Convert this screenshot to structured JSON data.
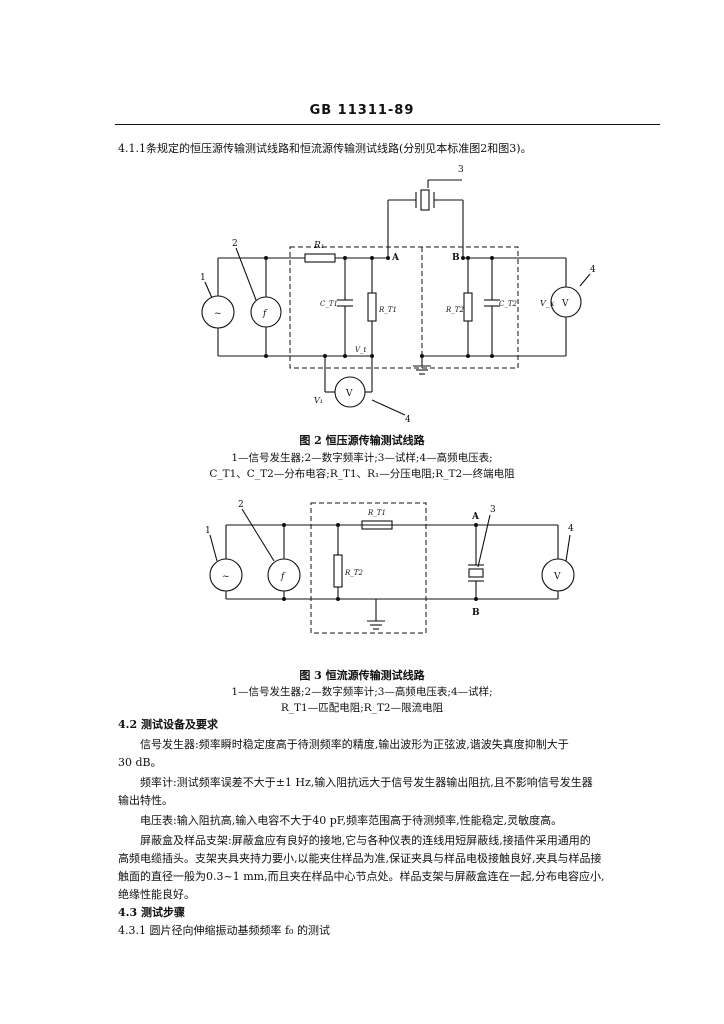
{
  "header": {
    "code": "GB 11311-89"
  },
  "intro": "4.1.1条规定的恒压源传输测试线路和恒流源传输测试线路(分别见本标准图2和图3)。",
  "figure2": {
    "labels": {
      "n1": "1",
      "n2": "2",
      "n3": "3",
      "n4": "4",
      "n4b": "4",
      "R1": "R₁",
      "CT1": "C_T1",
      "RT1": "R_T1",
      "RT2": "R_T2",
      "CT2": "C_T2",
      "A": "A",
      "B": "B",
      "Vt": "V_t",
      "V1": "V₁",
      "Vx": "V_x",
      "f": "f",
      "sine": "~",
      "V": "V"
    },
    "caption": "图 2  恒压源传输测试线路",
    "legend1": "1—信号发生器;2—数字频率计;3—试样;4—高频电压表;",
    "legend2": "C_T1、C_T2—分布电容;R_T1、R₁—分压电阻;R_T2—终端电阻"
  },
  "figure3": {
    "labels": {
      "n1": "1",
      "n2": "2",
      "n3": "3",
      "n4": "4",
      "RT1": "R_T1",
      "RT2": "R_T2",
      "A": "A",
      "B": "B",
      "f": "f",
      "sine": "~",
      "V": "V"
    },
    "caption": "图 3  恒流源传输测试线路",
    "legend1": "1—信号发生器;2—数字频率计;3—高频电压表;4—试样;",
    "legend2": "R_T1—匹配电阻;R_T2—限流电阻"
  },
  "section42": {
    "heading": "4.2  测试设备及要求",
    "p1": "信号发生器:频率瞬时稳定度高于待测频率的精度,输出波形为正弦波,谐波失真度抑制大于",
    "p1b": "30 dB。",
    "p2": "频率计:测试频率误差不大于±1 Hz,输入阻抗远大于信号发生器输出阻抗,且不影响信号发生器",
    "p2b": "输出特性。",
    "p3": "电压表:输入阻抗高,输入电容不大于40 pF,频率范围高于待测频率,性能稳定,灵敏度高。",
    "p4a": "屏蔽盒及样品支架:屏蔽盒应有良好的接地,它与各种仪表的连线用短屏蔽线,接插件采用通用的",
    "p4b": "高频电缆插头。支架夹具夹持力要小,以能夹住样品为准,保证夹具与样品电极接触良好,夹具与样品接",
    "p4c": "触面的直径一般为0.3~1 mm,而且夹在样品中心节点处。样品支架与屏蔽盒连在一起,分布电容应小,",
    "p4d": "绝缘性能良好。"
  },
  "section43": {
    "heading": "4.3  测试步骤",
    "sub": "4.3.1  圆片径向伸缩振动基频频率 f₀ 的测试"
  }
}
